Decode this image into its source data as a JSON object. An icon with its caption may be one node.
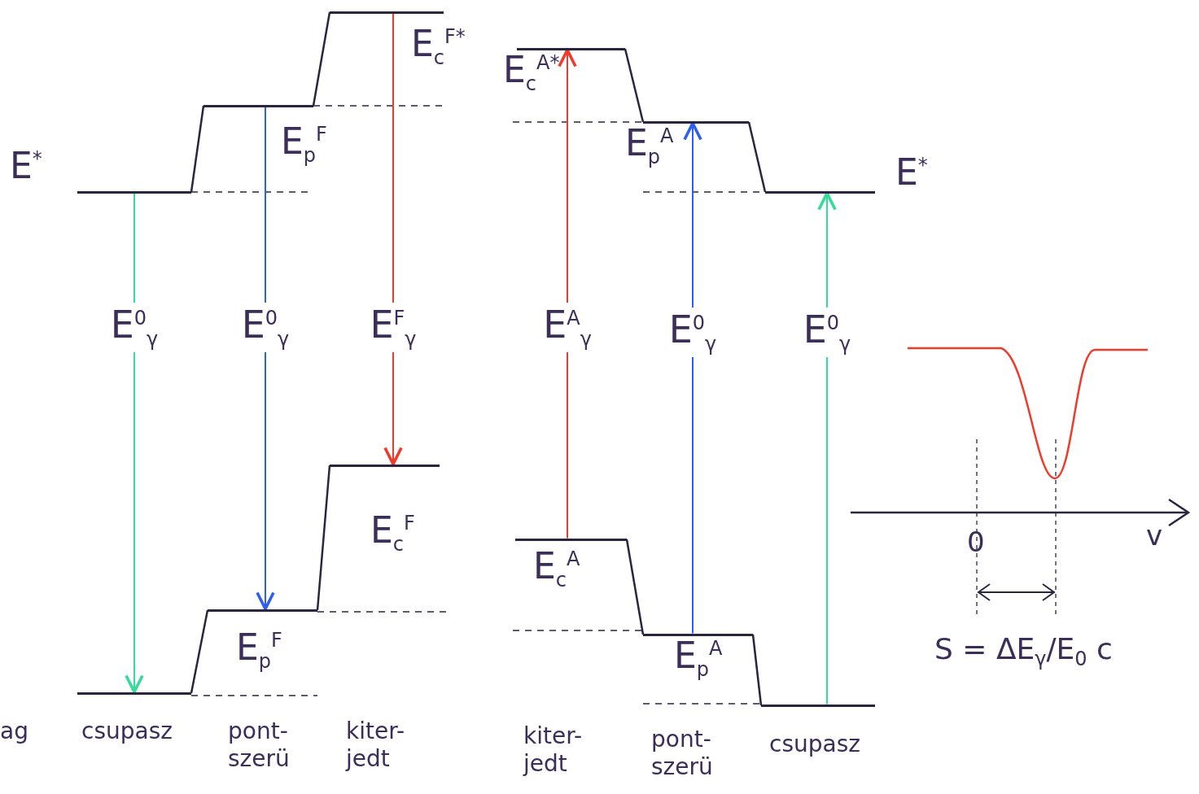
{
  "diagram": {
    "nodes": [
      {
        "text": [],
        "shape": "bar"
      },
      {
        "text": [],
        "shape": "bar"
      },
      {
        "text": [],
        "shape": "bar"
      },
      {
        "text": [],
        "shape": "bar"
      },
      {
        "text": [],
        "shape": "bar"
      },
      {
        "text": [],
        "shape": "bar"
      },
      {
        "text": [],
        "shape": "bar"
      },
      {
        "text": [],
        "shape": "bar"
      },
      {
        "text": [],
        "shape": "bar"
      },
      {
        "text": [],
        "shape": "bar"
      },
      {
        "text": [],
        "shape": "bar"
      },
      {
        "text": [],
        "shape": "bar"
      }
    ],
    "edges": [
      {
        "from": 0,
        "to": 1,
        "arrow": "none"
      },
      {
        "from": 1,
        "to": 2,
        "arrow": "none"
      },
      {
        "from": 3,
        "to": 4,
        "arrow": "none"
      },
      {
        "from": 4,
        "to": 5,
        "arrow": "none"
      },
      {
        "from": 6,
        "to": 7,
        "arrow": "none"
      },
      {
        "from": 7,
        "to": 8,
        "arrow": "none"
      },
      {
        "from": 9,
        "to": 10,
        "arrow": "none"
      },
      {
        "from": 10,
        "to": 11,
        "arrow": "none"
      },
      {
        "from": 0,
        "to": 3,
        "arrow": "to",
        "color": "#33dd99",
        "label": "E$^{0}$$_{γ}$"
      },
      {
        "from": 1,
        "to": 4,
        "arrow": "to",
        "color": "#2f5ff0",
        "label": "E$^{0}$$_{γ}$"
      },
      {
        "from": 2,
        "to": 5,
        "arrow": "to",
        "color": "#f03a2a",
        "label": "E$^{F}$$_{γ}$"
      },
      {
        "from": 9,
        "to": 6,
        "arrow": "to",
        "color": "#f03a2a",
        "label": "E$^{A}$$_{γ}$"
      },
      {
        "from": 10,
        "to": 7,
        "arrow": "to",
        "color": "#2f5ff0",
        "label": "E$^{0}$$_{γ}$"
      },
      {
        "from": 11,
        "to": 8,
        "arrow": "to",
        "color": "#33dd99",
        "label": "E$^{0}$$_{γ}$"
      }
    ],
    "labels": [
      "E$^{*}$",
      "E$_{c}$$^{F*}$",
      "E$_{p}$$^{F}$",
      "E$_{c}$$^{F}$",
      "E$_{p}$$^{F}$",
      "E$_{c}$$^{A*}$",
      "E$_{p}$$^{A}$",
      "E$^{*}$",
      "E$_{c}$$^{A}$",
      "E$_{p}$$^{A}$",
      "ag",
      "csupasz",
      "pont- szerü",
      "kiter- jedt",
      "kiter- jedt",
      "pont- szerü",
      "csupasz",
      "0",
      "v",
      "S = ΔE$_{γ}$/E$_{0}$ c"
    ]
  }
}
